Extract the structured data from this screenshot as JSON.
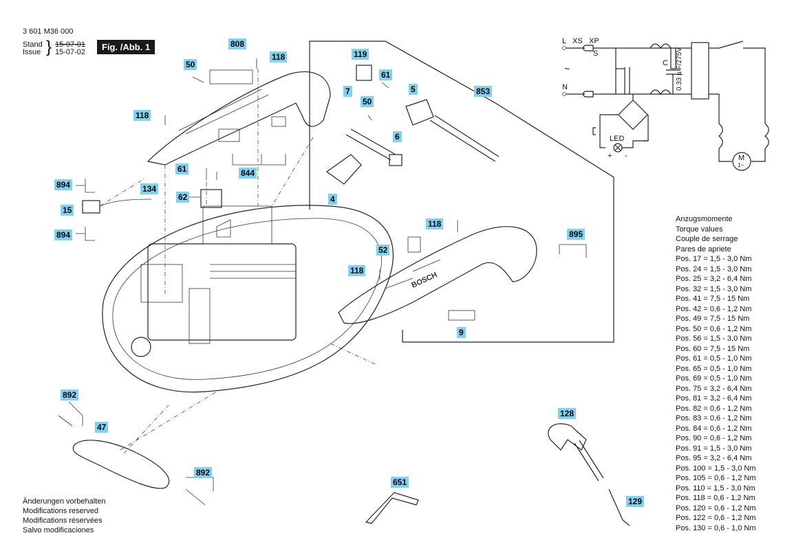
{
  "header": {
    "part_number": "3 601 M36 000",
    "stand_label": "Stand",
    "stand_date": "15-07-01",
    "issue_label": "Issue",
    "issue_date": "15-07-02",
    "figure_label": "Fig. /Abb. 1"
  },
  "callouts": [
    "808",
    "118",
    "50",
    "119",
    "61",
    "7",
    "50",
    "5",
    "853",
    "118",
    "6",
    "844",
    "61",
    "894",
    "134",
    "62",
    "15",
    "894",
    "4",
    "118",
    "895",
    "52",
    "118",
    "9",
    "892",
    "47",
    "892",
    "128",
    "651",
    "129"
  ],
  "schematic": {
    "L": "L",
    "XS": "XS",
    "XP": "XP",
    "S": "S",
    "N": "N",
    "C": "C",
    "cap_value": "0.33 µ F/275V",
    "led": "LED",
    "plus": "+",
    "minus": "-",
    "motor": "M",
    "motor_sub": "1~",
    "tilde": "~"
  },
  "torque": {
    "headings": [
      "Anzugsmomente",
      "Torque values",
      "Couple de serrage",
      "Pares de apriete"
    ],
    "rows": [
      "Pos. 17 = 1,5 - 3,0 Nm",
      "Pos. 24 = 1,5 - 3,0 Nm",
      "Pos. 25 = 3,2 - 6,4 Nm",
      "Pos. 32 = 1,5 - 3,0 Nm",
      "Pos. 41 = 7,5 - 15 Nm",
      "Pos. 42 = 0,6 - 1,2 Nm",
      "Pos. 49 = 7,5 - 15 Nm",
      "Pos. 50 = 0,6 - 1,2 Nm",
      "Pos. 56 = 1,5 - 3,0 Nm",
      "Pos. 60 = 7,5 - 15 Nm",
      "Pos. 61 = 0,5 - 1,0 Nm",
      "Pos. 65 = 0,5 - 1,0 Nm",
      "Pos. 69 = 0,5 - 1,0 Nm",
      "Pos. 75 = 3,2 - 6,4 Nm",
      "Pos. 81 = 3,2 - 6,4 Nm",
      "Pos. 82 = 0,6 - 1,2 Nm",
      "Pos. 83 = 0,6 - 1,2 Nm",
      "Pos. 84 = 0,6 - 1,2 Nm",
      "Pos. 90 = 0,6 - 1,2 Nm",
      "Pos. 91 = 1,5 - 3,0 Nm",
      "Pos. 95 = 3,2 - 6,4 Nm",
      "Pos. 100 = 1,5 - 3,0 Nm",
      "Pos. 105 = 0,6 - 1,2 Nm",
      "Pos. 110 = 1,5 - 3,0 Nm",
      "Pos. 118 = 0,6 - 1,2 Nm",
      "Pos. 120 = 0,6 - 1,2 Nm",
      "Pos. 122 = 0,6 - 1,2 Nm",
      "Pos. 130 = 0,6 - 1,0 Nm"
    ]
  },
  "notes": [
    "Änderungen vorbehalten",
    "Modifications reserved",
    "Modifications réservées",
    "Salvo modificaciones"
  ],
  "brand_on_handle": "BOSCH",
  "colors": {
    "callout_bg": "#7fd3f2",
    "figure_bg": "#1a1a1a"
  }
}
